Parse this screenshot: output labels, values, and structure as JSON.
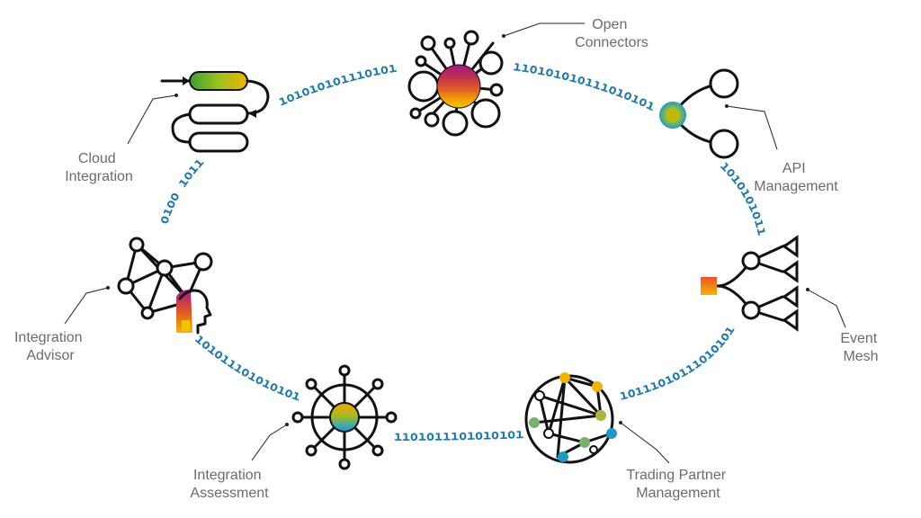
{
  "labels": {
    "open_connectors": [
      "Open",
      "Connectors"
    ],
    "api_management": [
      "API",
      "Management"
    ],
    "event_mesh": [
      "Event",
      "Mesh"
    ],
    "trading_partner": [
      "Trading Partner",
      "Management"
    ],
    "integration_assessment": [
      "Integration",
      "Assessment"
    ],
    "integration_advisor": [
      "Integration",
      "Advisor"
    ],
    "cloud_integration": [
      "Cloud",
      "Integration"
    ]
  },
  "binary": {
    "top_left": "ıoıoıoıoıııoıoı",
    "top_right": "ııoıoıoıoıııoıoıoı",
    "right_upper": "ıoıoıoıoıı",
    "right_lower": "ıoıııoıoıııoıoıoı",
    "bottom_center": "ııoıoıııoıoıoıoıı",
    "bottom_left": "ıoıoıııoıoıoıoıı",
    "left_upper": "oıoo ıoııı"
  },
  "colors": {
    "binary": "#1e78ac",
    "label": "#6b6b6b",
    "line": "#111111",
    "accent_orange": "#f0ab00",
    "accent_magenta": "#b01f8e",
    "accent_green": "#79b41e",
    "accent_teal": "#1ea0c8"
  }
}
